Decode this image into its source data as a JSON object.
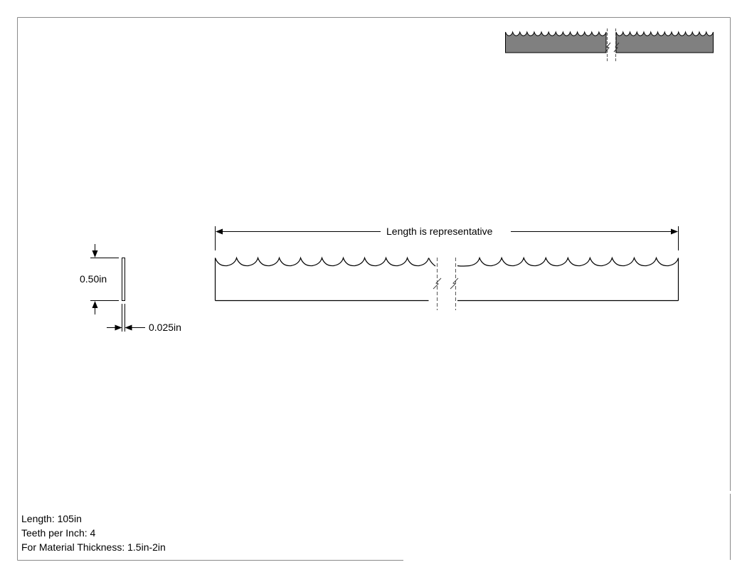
{
  "drawing": {
    "length_dim_label": "Length is representative",
    "height_dim_label": "0.50in",
    "thickness_dim_label": "0.025in"
  },
  "notes": {
    "length": "Length: 105in",
    "teeth_per_inch": "Teeth per Inch: 4",
    "material_thickness": "For Material Thickness: 1.5in-2in"
  },
  "colors": {
    "line": "#000000",
    "border": "#8a8a8a",
    "blade_fill": "#808080"
  }
}
